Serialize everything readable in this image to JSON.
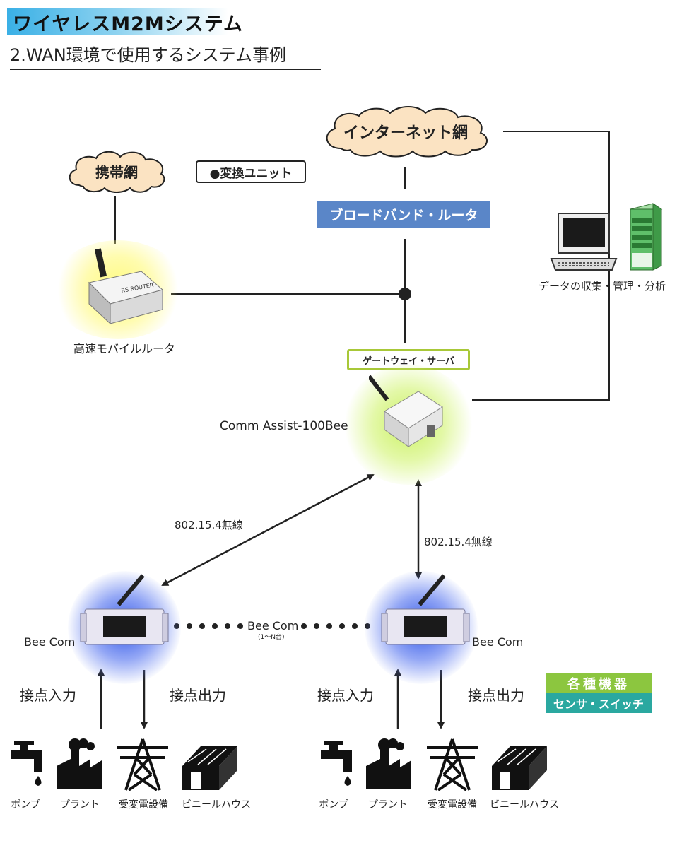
{
  "header": {
    "title": "ワイヤレスM2Mシステム",
    "subtitle": "2.WAN環境で使用するシステム事例"
  },
  "network": {
    "internet": "インターネット網",
    "mobile": "携帯網",
    "conversion_unit": "●変換ユニット",
    "router_tag": "ブロードバンド・ルータ",
    "mobile_router": "高速モバイルルータ",
    "gateway_tag": "ゲートウェイ・サーバ",
    "gateway_model": "Comm Assist-100Bee",
    "data_collection": "データの収集・管理・分析"
  },
  "wireless": {
    "link_left": "802.15.4無線",
    "link_right": "802.15.4無線",
    "beecom_link": "Bee Com",
    "beecom_link_sub": "(1〜N台)",
    "node_left": "Bee Com",
    "node_right": "Bee Com"
  },
  "io": {
    "left_in": "接点入力",
    "left_out": "接点出力",
    "right_in": "接点入力",
    "right_out": "接点出力"
  },
  "devices_badge": {
    "title": "各種機器",
    "subtitle": "センサ・スイッチ"
  },
  "equipment_left": [
    "ポンプ",
    "プラント",
    "受変電設備",
    "ビニールハウス"
  ],
  "equipment_right": [
    "ポンプ",
    "プラント",
    "受変電設備",
    "ビニールハウス"
  ],
  "colors": {
    "title_accent": "#3ab0e6",
    "router_tag": "#5a86c8",
    "gateway_outline": "#a8c838",
    "badge_green": "#8cc63f",
    "badge_teal": "#2aa8a0"
  }
}
